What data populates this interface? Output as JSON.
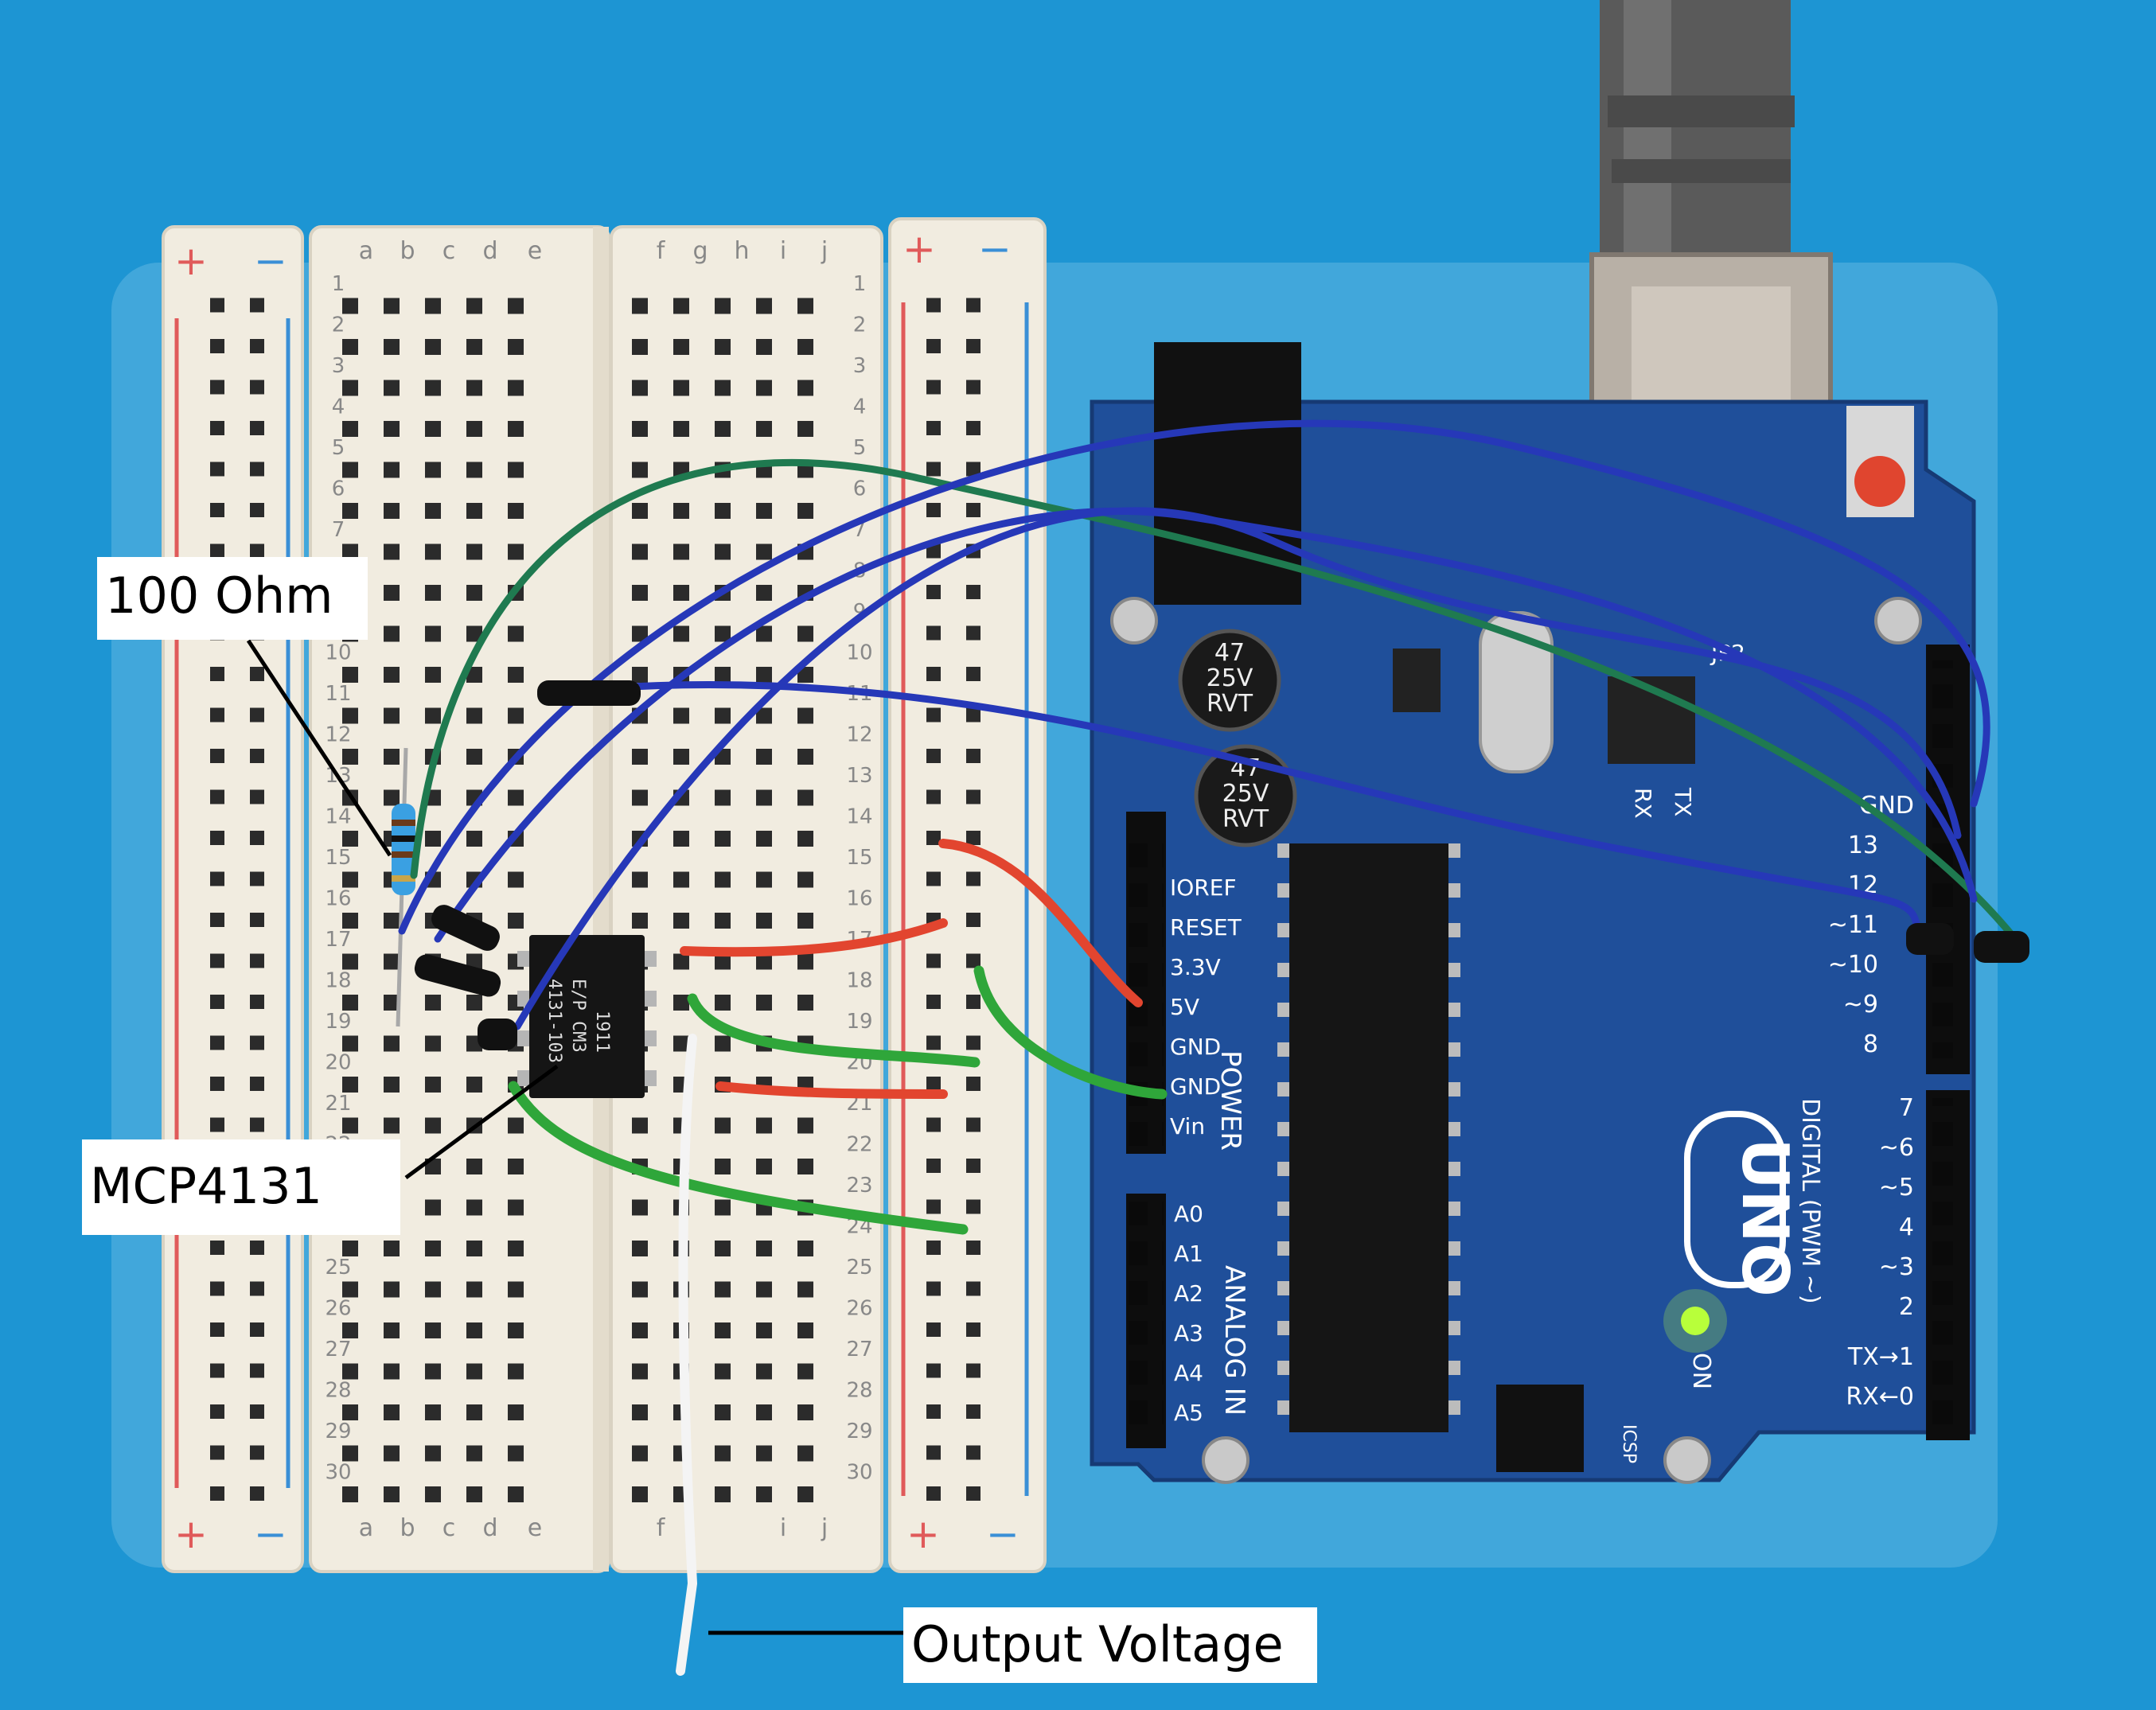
{
  "annotations": {
    "resistor": "100 Ohm",
    "chip": "MCP4131",
    "output": "Output Voltage"
  },
  "breadboard": {
    "columns_left": [
      "a",
      "b",
      "c",
      "d",
      "e"
    ],
    "columns_right": [
      "f",
      "g",
      "h",
      "i",
      "j"
    ],
    "rail_plus": "+",
    "rail_minus": "−"
  },
  "chip": {
    "line1": "4131-103",
    "line2": "E/P CM3",
    "line3": "1911"
  },
  "capacitor": {
    "value": "47",
    "voltage": "25V",
    "type": "RVT"
  },
  "arduino": {
    "logo": "UNO",
    "power_header": "POWER",
    "power_pins": [
      "IOREF",
      "RESET",
      "3.3V",
      "5V",
      "GND",
      "GND",
      "Vin"
    ],
    "analog_header": "ANALOG IN",
    "analog_pins": [
      "A0",
      "A1",
      "A2",
      "A3",
      "A4",
      "A5"
    ],
    "digital_header": "DIGITAL (PWM ~)",
    "digital_pins": [
      "GND",
      "13",
      "12",
      "~11",
      "~10",
      "~9",
      "8",
      "7",
      "~6",
      "~5",
      "4",
      "~3",
      "2",
      "TX→1",
      "RX←0"
    ],
    "on_label": "ON",
    "rx_label": "RX",
    "tx_label": "TX",
    "jp2_label": "JP2",
    "icsp_label": "ICSP"
  },
  "colors": {
    "mat_blue": "#1d95d3",
    "breadboard": "#f1ece0",
    "arduino_board": "#1f4f9a",
    "wire_blue": "#2638b8",
    "wire_green": "#2fa63a",
    "wire_red": "#e2452f",
    "wire_white": "#f4f4f4",
    "led_green": "#b8ff3a"
  }
}
